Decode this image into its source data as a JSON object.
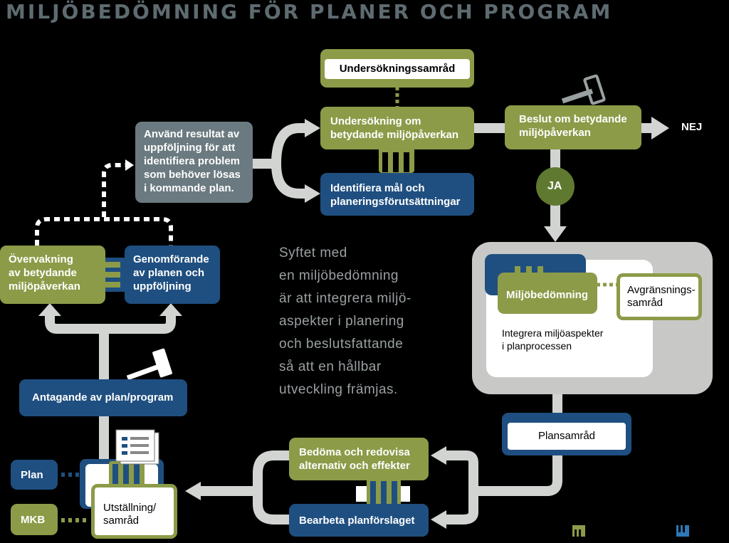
{
  "title": "MILJÖBEDÖMNING FÖR PLANER OCH PROGRAM",
  "boxes": {
    "undersokningssamrad": "Undersökningssamråd",
    "undersokning": [
      "Undersökning om",
      "betydande miljöpåverkan"
    ],
    "beslut": [
      "Beslut om betydande",
      "miljöpåverkan"
    ],
    "nej": "NEJ",
    "ja": "JA",
    "identifiera": [
      "Identifiera mål och",
      "planeringsförutsättningar"
    ],
    "anvand": [
      "Använd resultat av",
      "uppföljning för att",
      "identifiera problem",
      "som behöver lösas",
      "i kommande plan."
    ],
    "overvakning": [
      "Övervakning",
      "av betydande",
      "miljöpåverkan"
    ],
    "genomforande": [
      "Genomförande",
      "av planen och",
      "uppföljning"
    ],
    "antagande": "Antagande av plan/program",
    "miljobedomning": "Miljöbedömning",
    "avgransning": [
      "Avgränsnings-",
      "samråd"
    ],
    "integrera": [
      "Integrera miljöaspekter",
      "i planprocessen"
    ],
    "plansamrad": "Plansamråd",
    "bedoma": [
      "Bedöma och redovisa",
      "alternativ och effekter"
    ],
    "bearbeta": "Bearbeta planförslaget",
    "plan": "Plan",
    "mkb": "MKB",
    "utstallning": [
      "Utställning/",
      "samråd"
    ]
  },
  "purpose": [
    "Syftet med",
    "en miljöbedömning",
    "är att integrera miljö-",
    "aspekter i planering",
    "och beslutsfattande",
    "så att en hållbar",
    "utveckling främjas."
  ],
  "colors": {
    "green": "#8c9b48",
    "blue": "#1f4f80",
    "grey": "#6a7a80",
    "arrow": "#d2d4d2",
    "title": "#5e6b70",
    "purpose_text": "#9aa0a2"
  },
  "icons": [
    "gavel-icon",
    "document-icon",
    "logo-mark-green",
    "logo-mark-blue"
  ]
}
